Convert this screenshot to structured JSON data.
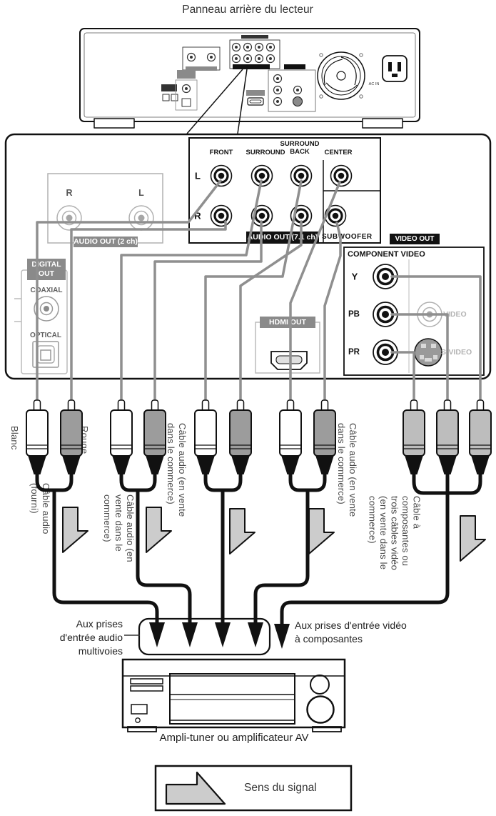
{
  "title": "Panneau arrière du lecteur",
  "player_panel": {
    "ac_in_label": "AC IN"
  },
  "detail_panel": {
    "audio_out_2ch": {
      "badge": "AUDIO OUT (2 ch)",
      "jack_right": "R",
      "jack_left": "L"
    },
    "audio_out_71ch": {
      "badge": "AUDIO OUT (7.1 ch)",
      "col_front": "FRONT",
      "col_surround": "SURROUND",
      "col_surround_back": "SURROUND\nBACK",
      "col_center": "CENTER",
      "row_l": "L",
      "row_r": "R",
      "subwoofer": "SUBWOOFER"
    },
    "digital_out": {
      "badge": "DIGITAL\nOUT",
      "coaxial": "COAXIAL",
      "optical": "OPTICAL"
    },
    "hdmi_out": {
      "badge": "HDMI OUT"
    },
    "video_out": {
      "badge": "VIDEO OUT",
      "component_video": "COMPONENT VIDEO",
      "y": "Y",
      "pb": "PB",
      "pr": "PR",
      "video": "VIDEO",
      "s_video": "S-VIDEO"
    }
  },
  "cables": {
    "white": "Blanc",
    "red": "Rouge",
    "pair1": "Câble audio\n(fourni)",
    "pair2": "Câble audio (en\nvente dans le\ncommerce)",
    "pair3": "Câble audio (en vente\ndans le commerce)",
    "pair4": "Câble audio (en vente\ndans le commerce)",
    "component": "Câble à\ncomposantes ou\ntrois câbles vidéo\n(en vente dans le\ncommerce)"
  },
  "destinations": {
    "multichannel_audio": "Aux prises\nd'entrée audio\nmultivoies",
    "component_video": "Aux prises d'entrée vidéo\nà composantes"
  },
  "amplifier_label": "Ampli-tuner ou amplificateur AV",
  "legend": {
    "label": "Sens du signal"
  },
  "colors": {
    "badge_gray": "#8a8a8a",
    "badge_black": "#111111",
    "cable_gray": "#8f8f8f",
    "arrow_fill": "#cccccc",
    "plug_white": "#ffffff",
    "plug_red": "#9c9c9c",
    "plug_component": "#bdbdbd",
    "line_black": "#111111"
  }
}
